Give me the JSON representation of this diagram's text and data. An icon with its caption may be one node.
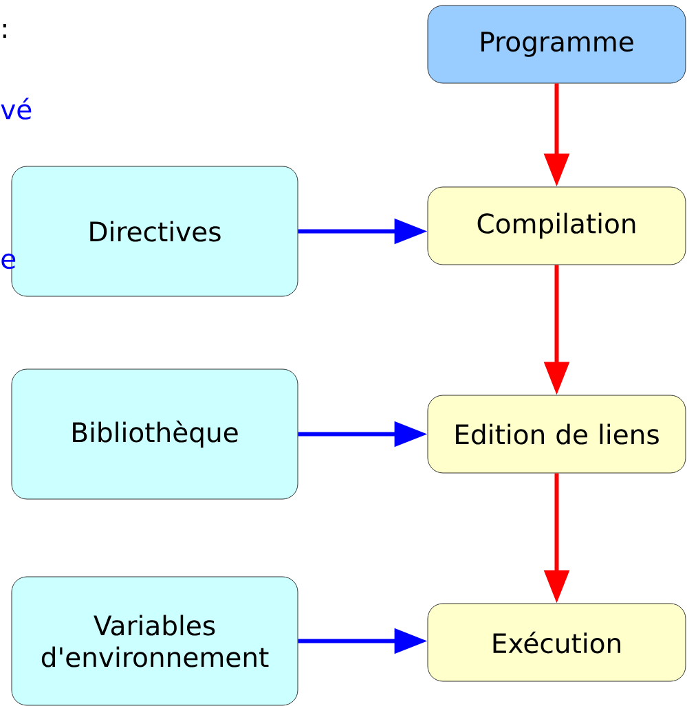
{
  "diagram": {
    "nodes": [
      {
        "text": [
          "Programme"
        ]
      },
      {
        "text": [
          "Compilation"
        ]
      },
      {
        "text": [
          "Edition de liens"
        ]
      },
      {
        "text": [
          "Exécution"
        ]
      },
      {
        "text": [
          "Directives"
        ]
      },
      {
        "text": [
          "Bibliothèque"
        ]
      },
      {
        "text": [
          "Variables d'environnement"
        ]
      }
    ],
    "edges": [
      {
        "from": 0,
        "to": 1,
        "arrow": "to",
        "color": "#ff0000"
      },
      {
        "from": 1,
        "to": 2,
        "arrow": "to",
        "color": "#ff0000"
      },
      {
        "from": 2,
        "to": 3,
        "arrow": "to",
        "color": "#ff0000"
      },
      {
        "from": 4,
        "to": 1,
        "arrow": "to",
        "color": "#0000ff"
      },
      {
        "from": 5,
        "to": 2,
        "arrow": "to",
        "color": "#0000ff"
      },
      {
        "from": 6,
        "to": 3,
        "arrow": "to",
        "color": "#0000ff"
      }
    ],
    "labels": [
      ":",
      "vé",
      "e"
    ]
  }
}
